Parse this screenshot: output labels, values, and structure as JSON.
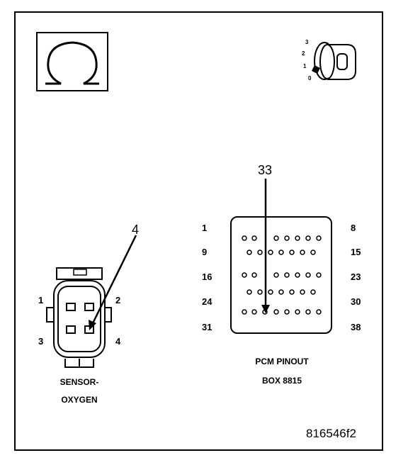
{
  "symbols": {
    "meter": "ohm-icon",
    "ignition": "ignition-key-icon",
    "ignition_positions": [
      "0",
      "1",
      "2",
      "3"
    ]
  },
  "oxygen_sensor": {
    "callout_pin": "4",
    "pin_labels": [
      "1",
      "2",
      "3",
      "4"
    ],
    "caption_line1": "SENSOR-",
    "caption_line2": "OXYGEN"
  },
  "pcm": {
    "callout_pin": "33",
    "row_start_labels": [
      "1",
      "9",
      "16",
      "24",
      "31"
    ],
    "row_end_labels": [
      "8",
      "15",
      "23",
      "30",
      "38"
    ],
    "caption_line1": "PCM PINOUT",
    "caption_line2": "BOX 8815"
  },
  "figure_id": "816546f2"
}
